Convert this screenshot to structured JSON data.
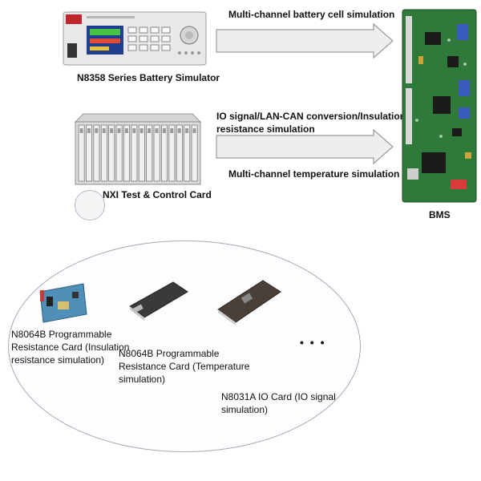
{
  "devices": {
    "battery_simulator": {
      "label": "N8358 Series Battery Simulator"
    },
    "nxi_card": {
      "label": "NXI Test & Control Card"
    },
    "bms": {
      "label": "BMS"
    }
  },
  "connections": {
    "top": {
      "label": "Multi-channel battery cell simulation"
    },
    "middle_line1": "IO signal/LAN-CAN conversion/Insulation",
    "middle_line2": "resistance simulation",
    "bottom": {
      "label": "Multi-channel temperature simulation"
    }
  },
  "cards": [
    {
      "lines": [
        "N8064B Programmable",
        "Resistance Card (Insulation",
        "resistance simulation)"
      ]
    },
    {
      "lines": [
        "N8064B Programmable",
        "Resistance Card (Temperature",
        "simulation)"
      ]
    },
    {
      "lines": [
        "N8031A IO Card (IO signal",
        "simulation)"
      ]
    }
  ],
  "more_indicator": "• • •",
  "colors": {
    "arrow_fill": "#eeeeee",
    "arrow_stroke": "#9a9a9a",
    "ellipse_stroke": "#a8a8b4",
    "pcb_green": "#2f7a3a"
  }
}
